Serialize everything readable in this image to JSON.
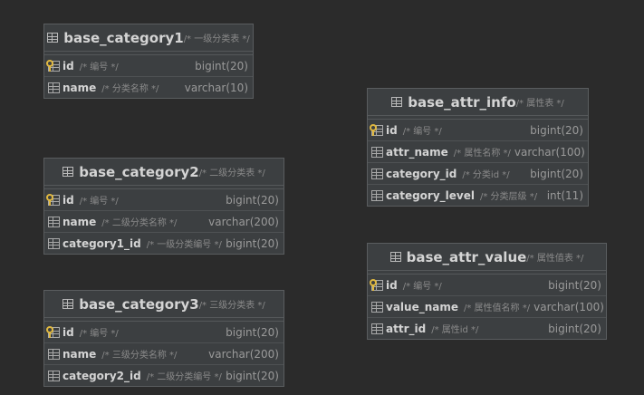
{
  "tables": [
    {
      "name": "base_category1",
      "comment": "/* 一级分类表 */",
      "columns": [
        {
          "name": "id",
          "comment": "/* 编号 */",
          "type": "bigint(20)",
          "key": true
        },
        {
          "name": "name",
          "comment": "/* 分类名称 */",
          "type": "varchar(10)",
          "key": false
        }
      ]
    },
    {
      "name": "base_category2",
      "comment": "/* 二级分类表 */",
      "columns": [
        {
          "name": "id",
          "comment": "/* 编号 */",
          "type": "bigint(20)",
          "key": true
        },
        {
          "name": "name",
          "comment": "/* 二级分类名称 */",
          "type": "varchar(200)",
          "key": false
        },
        {
          "name": "category1_id",
          "comment": "/* 一级分类编号 */",
          "type": "bigint(20)",
          "key": false
        }
      ]
    },
    {
      "name": "base_category3",
      "comment": "/* 三级分类表 */",
      "columns": [
        {
          "name": "id",
          "comment": "/* 编号 */",
          "type": "bigint(20)",
          "key": true
        },
        {
          "name": "name",
          "comment": "/* 三级分类名称 */",
          "type": "varchar(200)",
          "key": false
        },
        {
          "name": "category2_id",
          "comment": "/* 二级分类编号 */",
          "type": "bigint(20)",
          "key": false
        }
      ]
    },
    {
      "name": "base_attr_info",
      "comment": "/* 属性表 */",
      "columns": [
        {
          "name": "id",
          "comment": "/* 编号 */",
          "type": "bigint(20)",
          "key": true
        },
        {
          "name": "attr_name",
          "comment": "/* 属性名称 */",
          "type": "varchar(100)",
          "key": false
        },
        {
          "name": "category_id",
          "comment": "/* 分类id */",
          "type": "bigint(20)",
          "key": false
        },
        {
          "name": "category_level",
          "comment": "/* 分类层级 */",
          "type": "int(11)",
          "key": false
        }
      ]
    },
    {
      "name": "base_attr_value",
      "comment": "/* 属性值表 */",
      "columns": [
        {
          "name": "id",
          "comment": "/* 编号 */",
          "type": "bigint(20)",
          "key": true
        },
        {
          "name": "value_name",
          "comment": "/* 属性值名称 */",
          "type": "varchar(100)",
          "key": false
        },
        {
          "name": "attr_id",
          "comment": "/* 属性id */",
          "type": "bigint(20)",
          "key": false
        }
      ]
    }
  ]
}
